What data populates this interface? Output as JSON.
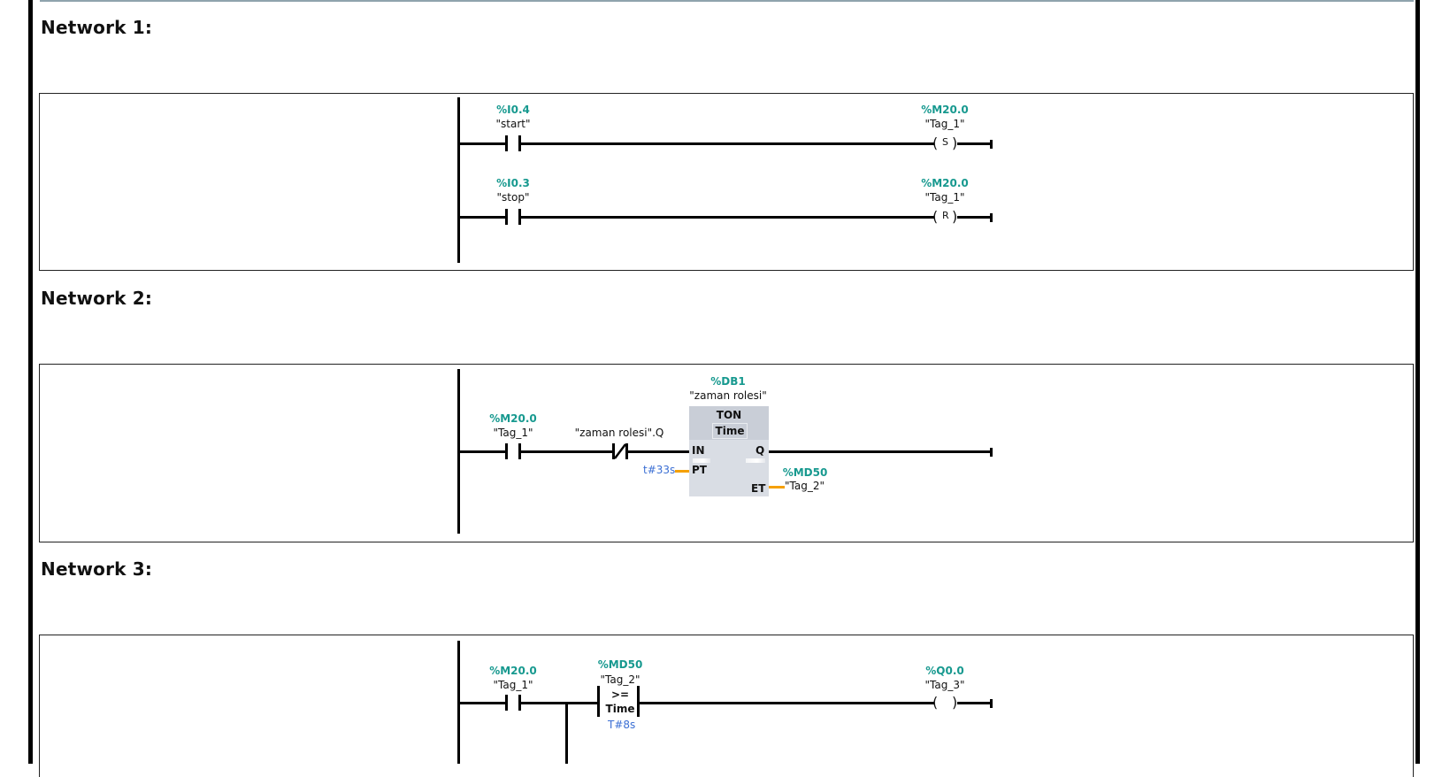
{
  "networks": [
    {
      "title": "Network 1:",
      "rungs": [
        {
          "contact": {
            "type": "NO",
            "address": "%I0.4",
            "tag": "\"start\""
          },
          "coil": {
            "type": "S",
            "address": "%M20.0",
            "tag": "\"Tag_1\"",
            "label": "S"
          }
        },
        {
          "contact": {
            "type": "NO",
            "address": "%I0.3",
            "tag": "\"stop\""
          },
          "coil": {
            "type": "R",
            "address": "%M20.0",
            "tag": "\"Tag_1\"",
            "label": "R"
          }
        }
      ]
    },
    {
      "title": "Network 2:",
      "contact1": {
        "type": "NO",
        "address": "%M20.0",
        "tag": "\"Tag_1\""
      },
      "contact2": {
        "type": "NC",
        "tag": "\"zaman rolesi\".Q"
      },
      "timer": {
        "instance_address": "%DB1",
        "instance_tag": "\"zaman rolesi\"",
        "type": "TON",
        "data_type": "Time",
        "pins": {
          "in": "IN",
          "pt": "PT",
          "q": "Q",
          "et": "ET"
        },
        "pt_value": "t#33s",
        "et_address": "%MD50",
        "et_tag": "\"Tag_2\""
      }
    },
    {
      "title": "Network 3:",
      "contact": {
        "type": "NO",
        "address": "%M20.0",
        "tag": "\"Tag_1\""
      },
      "compare": {
        "address": "%MD50",
        "tag": "\"Tag_2\"",
        "operator": ">=",
        "data_type": "Time",
        "value": "T#8s"
      },
      "coil": {
        "type": "normal",
        "address": "%Q0.0",
        "tag": "\"Tag_3\""
      }
    }
  ],
  "colors": {
    "address": "#17998f",
    "literal": "#3b6fd4",
    "wire": "#000000",
    "parameter_wire": "#f5a000",
    "block_fill": "#d9dde4"
  }
}
